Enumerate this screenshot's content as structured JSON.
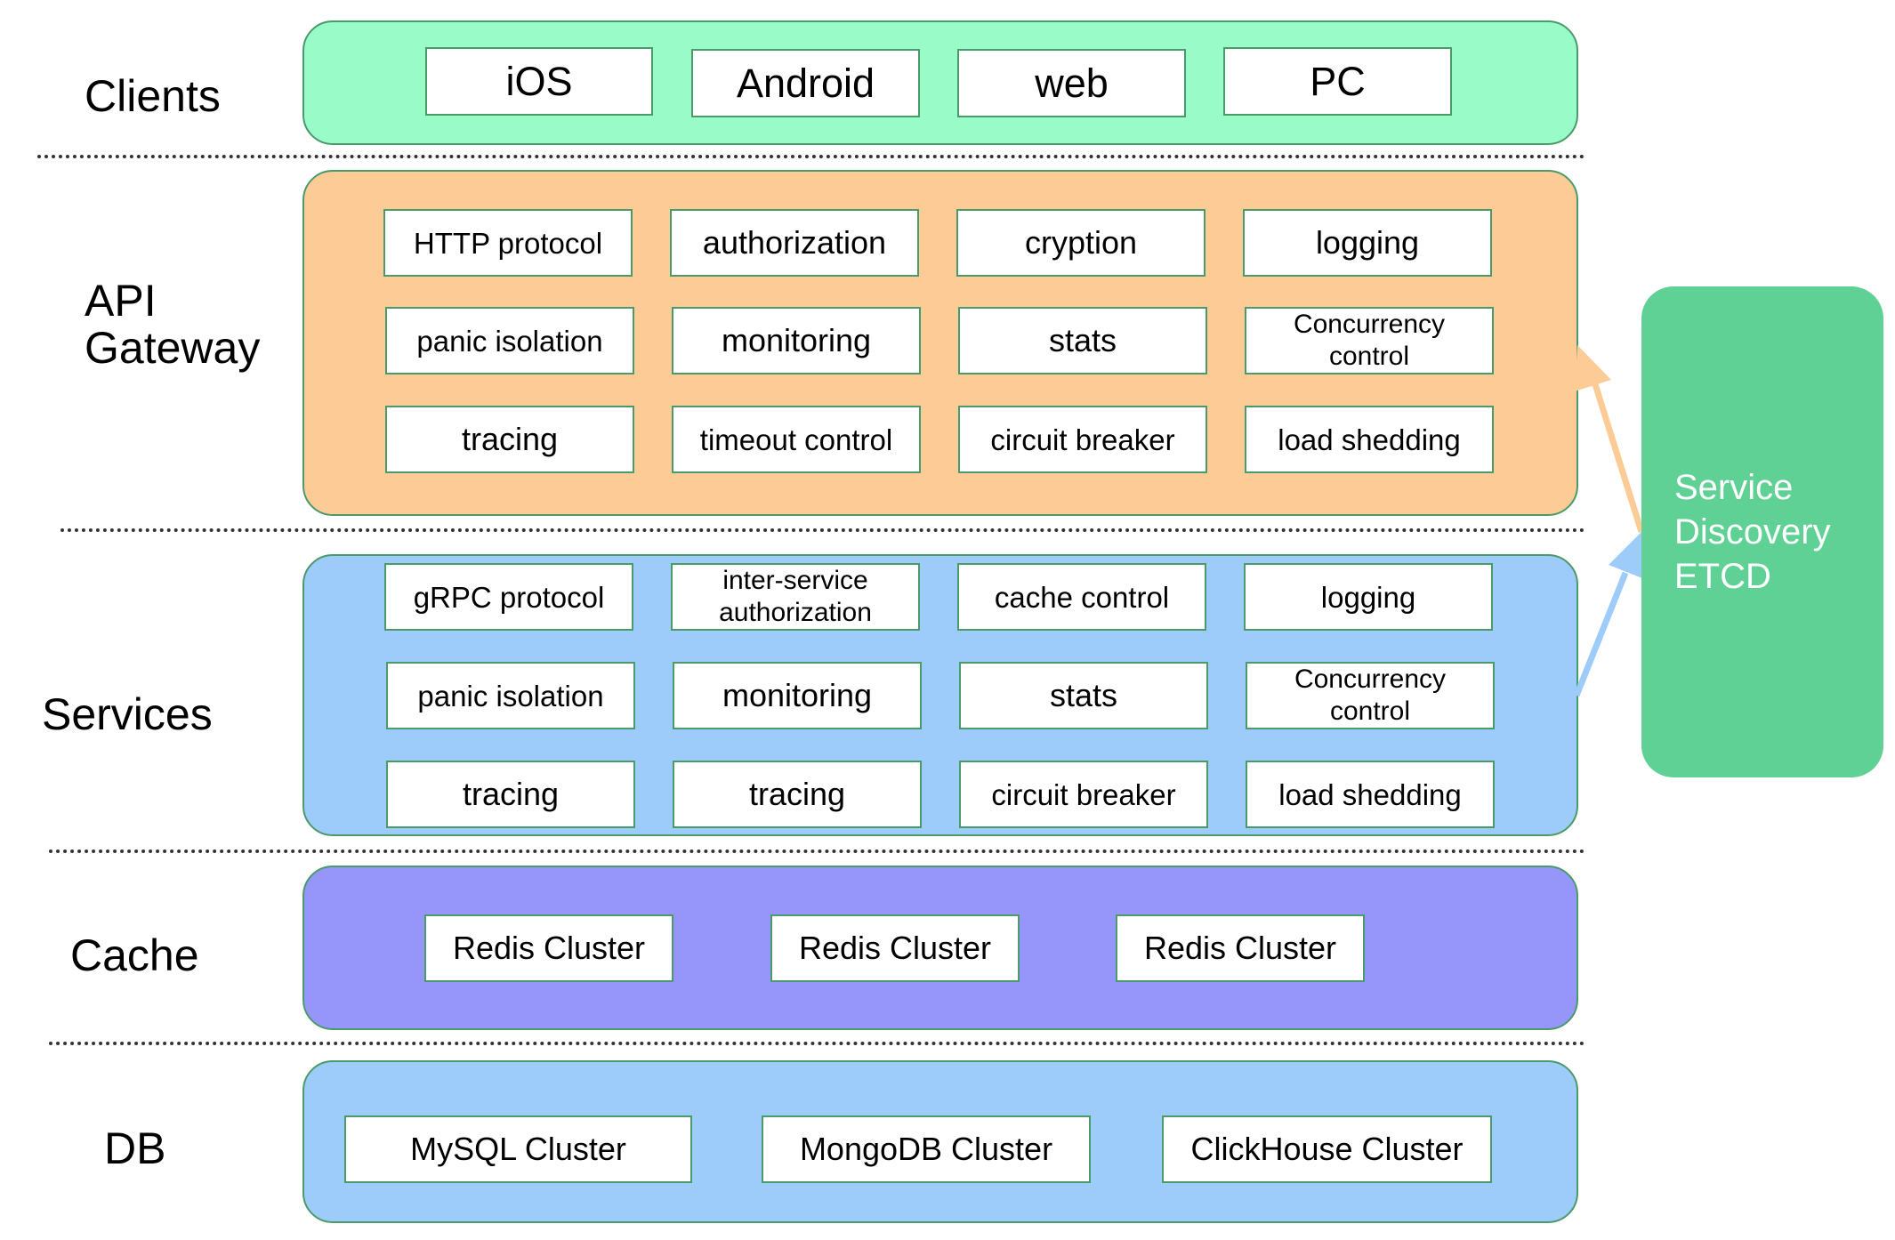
{
  "colors": {
    "clients_bg": "#98fbc8",
    "gateway_bg": "#fccb96",
    "services_bg": "#9dcbfa",
    "cache_bg": "#9595fa",
    "db_bg": "#9dcbfa",
    "service_discovery_bg": "#5fd194",
    "box_border": "#4a9a6a",
    "gateway_arrow": "#fccb96",
    "services_arrow": "#9dcbfa"
  },
  "layers": {
    "clients": {
      "label": "Clients",
      "items": [
        "iOS",
        "Android",
        "web",
        "PC"
      ]
    },
    "gateway": {
      "label_line1": "API",
      "label_line2": "Gateway",
      "items": [
        "HTTP protocol",
        "authorization",
        "cryption",
        "logging",
        "panic isolation",
        "monitoring",
        "stats",
        "Concurrency control",
        "tracing",
        "timeout control",
        "circuit breaker",
        "load shedding"
      ]
    },
    "services": {
      "label": "Services",
      "items": [
        "gRPC protocol",
        "inter-service authorization",
        "cache control",
        "logging",
        "panic isolation",
        "monitoring",
        "stats",
        "Concurrency control",
        "tracing",
        "tracing",
        "circuit breaker",
        "load shedding"
      ]
    },
    "cache": {
      "label": "Cache",
      "items": [
        "Redis Cluster",
        "Redis Cluster",
        "Redis Cluster"
      ]
    },
    "db": {
      "label": "DB",
      "items": [
        "MySQL Cluster",
        "MongoDB Cluster",
        "ClickHouse Cluster"
      ]
    }
  },
  "service_discovery": {
    "line1": "Service",
    "line2": "Discovery",
    "line3": "ETCD"
  }
}
